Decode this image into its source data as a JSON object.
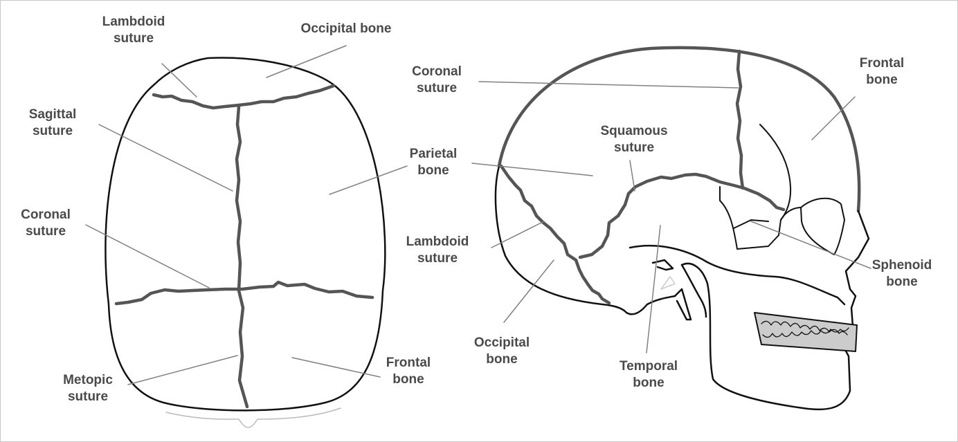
{
  "colors": {
    "outline": "#111111",
    "suture": "#555555",
    "leader": "#808080",
    "label": "#4a4a4a",
    "teeth_fill": "#cccccc"
  },
  "top_view": {
    "lambdoid_suture": [
      "Lambdoid",
      "suture"
    ],
    "occipital_bone": [
      "Occipital bone"
    ],
    "sagittal_suture": [
      "Sagittal",
      "suture"
    ],
    "parietal_bone": [
      "Parietal",
      "bone"
    ],
    "coronal_suture": [
      "Coronal",
      "suture"
    ],
    "metopic_suture": [
      "Metopic",
      "suture"
    ],
    "frontal_bone": [
      "Frontal",
      "bone"
    ]
  },
  "side_view": {
    "coronal_suture": [
      "Coronal",
      "suture"
    ],
    "frontal_bone": [
      "Frontal",
      "bone"
    ],
    "squamous_suture": [
      "Squamous",
      "suture"
    ],
    "lambdoid_suture": [
      "Lambdoid",
      "suture"
    ],
    "sphenoid_bone": [
      "Sphenoid",
      "bone"
    ],
    "occipital_bone": [
      "Occipital",
      "bone"
    ],
    "temporal_bone": [
      "Temporal",
      "bone"
    ]
  }
}
